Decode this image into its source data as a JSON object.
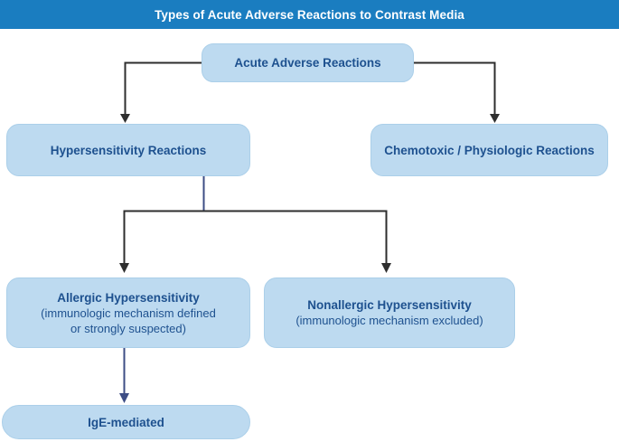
{
  "header": {
    "title": "Types of Acute Adverse Reactions to Contrast Media"
  },
  "nodes": {
    "root": {
      "label": "Acute Adverse Reactions"
    },
    "hypersensitivity": {
      "label": "Hypersensitivity Reactions"
    },
    "chemotoxic": {
      "label": "Chemotoxic / Physiologic Reactions"
    },
    "allergic": {
      "label": "Allergic Hypersensitivity",
      "sub_line1": "(immunologic mechanism defined",
      "sub_line2": "or strongly suspected)"
    },
    "nonallergic": {
      "label": "Nonallergic Hypersensitivity",
      "sub": "(immunologic mechanism excluded)"
    },
    "ige": {
      "label": "IgE-mediated"
    }
  },
  "colors": {
    "header_bg": "#1a7dc0",
    "header_text": "#ffffff",
    "box_fill": "#bddaf0",
    "box_border": "#abcfe9",
    "box_text": "#1e518f",
    "connector_dark": "#2e2e2e",
    "connector_navy": "#3d4d85",
    "canvas_bg": "#ffffff"
  }
}
